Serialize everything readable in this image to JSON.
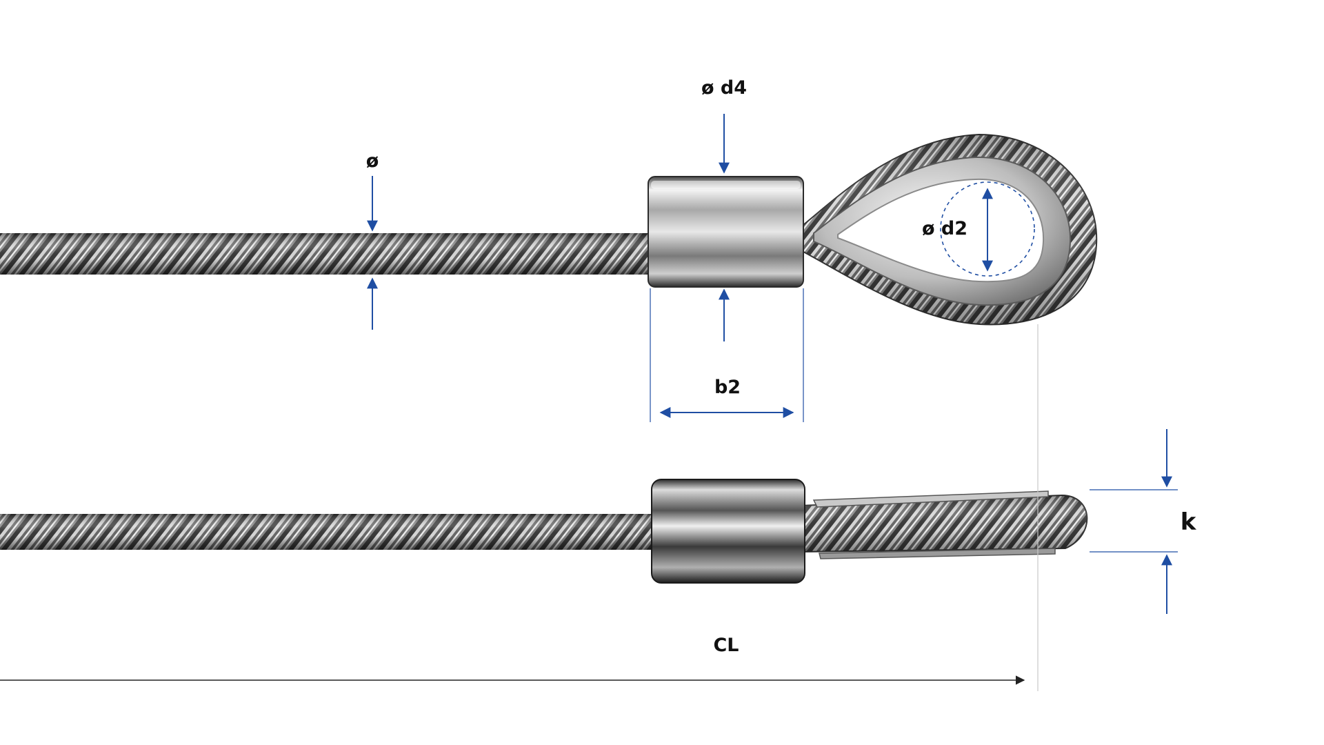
{
  "labels": {
    "diameter": "ø",
    "d4": "ø d4",
    "d2": "ø d2",
    "b2": "b2",
    "k": "k",
    "cl": "CL"
  },
  "colors": {
    "dimension": "#1f4ea3",
    "text": "#111111",
    "cl_line": "#222222",
    "guide": "#c8c8c8"
  }
}
